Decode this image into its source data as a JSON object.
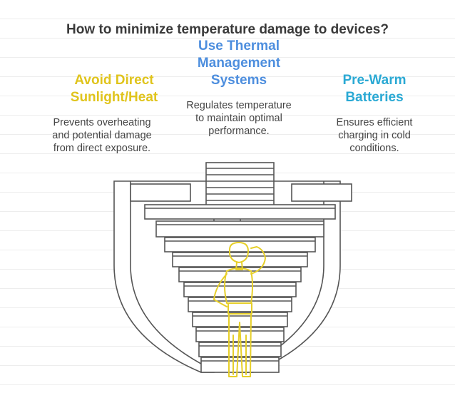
{
  "title": "How to minimize temperature damage to devices?",
  "items": [
    {
      "heading": "Avoid Direct\nSunlight/Heat",
      "description": "Prevents overheating\nand potential damage\nfrom direct exposure.",
      "color": "#e0c41c"
    },
    {
      "heading": "Use Thermal\nManagement\nSystems",
      "description": "Regulates temperature\nto maintain optimal\nperformance.",
      "color": "#4d8ede"
    },
    {
      "heading": "Pre-Warm\nBatteries",
      "description": "Ensures efficient\ncharging in cold\nconditions.",
      "color": "#2aa9d4"
    }
  ],
  "illustration": {
    "structure": "stepped-pedestal",
    "figure": "person-scratching-head",
    "figure_color": "#e6cf2a",
    "line_color": "#555555"
  }
}
